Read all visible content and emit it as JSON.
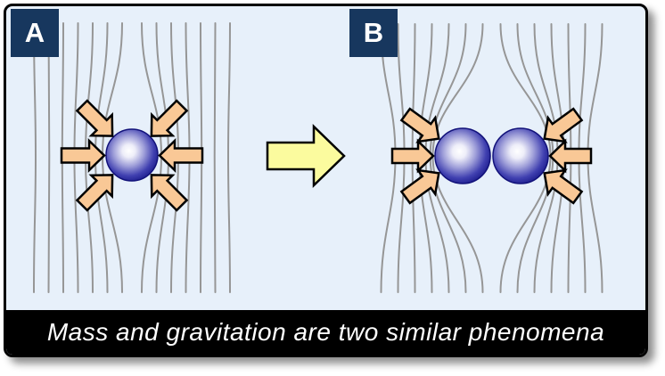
{
  "panels": [
    {
      "label": "A",
      "masses": 1,
      "force_arrows": 6
    },
    {
      "label": "B",
      "masses": 2,
      "force_arrows": 6
    }
  ],
  "transition_arrow": {
    "direction": "right"
  },
  "caption": {
    "text": "Mass and gravitation are two similar phenomena"
  },
  "colors": {
    "canvas_bg": "#e7f0fa",
    "frame_border": "#000000",
    "label_bg": "#17375e",
    "label_text": "#ffffff",
    "field_line": "#969696",
    "force_arrow_fill": "#f9c896",
    "arrow_outline": "#000000",
    "transition_arrow_fill": "#fbfb9e",
    "sphere_core": "#ffffff",
    "sphere_light": "#eeeef9",
    "sphere_mid": "#9f9fd9",
    "sphere_deep": "#4040b0",
    "sphere_edge": "#1c1c8c",
    "sphere_rim": "#12127a",
    "caption_bg": "#000000",
    "caption_text": "#ffffff"
  }
}
